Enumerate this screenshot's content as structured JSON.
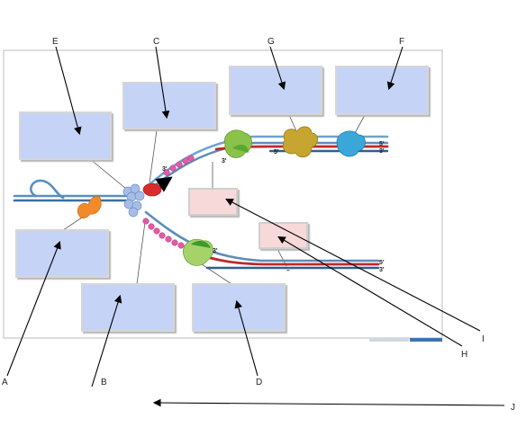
{
  "labels": {
    "A": "A",
    "B": "B",
    "C": "C",
    "D": "D",
    "E": "E",
    "F": "F",
    "G": "G",
    "H": "H",
    "I": "I",
    "J": "J"
  },
  "ends": {
    "leading_top_5": "5'",
    "leading_top_3": "3'",
    "leading_inner_5": "5'",
    "leading_inner_3": "3'",
    "primer_3": "3'",
    "lagging_5": "5'",
    "lagging_3": "3'",
    "lagging_inner_3": "3'",
    "lagging_dash": "–"
  },
  "colors": {
    "answer_box": "#c5d3f7",
    "answer_box_pink": "#f7d9d9",
    "parent_strand": "#4a86b8",
    "new_strand": "#c0282e",
    "polymerase": "#8bc34a",
    "helicase": "#9bb6e6",
    "primase": "#d92b2b",
    "ssb": "#f08a2a",
    "rna_primer": "#e55aa5",
    "ligase": "#c6a530",
    "topoisomerase": "#3aa7d8"
  }
}
